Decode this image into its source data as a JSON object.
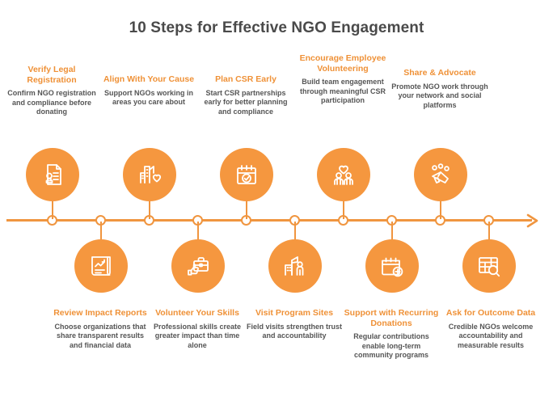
{
  "title": "10 Steps for Effective NGO Engagement",
  "colors": {
    "accent": "#f5973f",
    "heading": "#ef9137",
    "body_text": "#555555",
    "title_text": "#4a4a4a",
    "line": "#f0953f",
    "background": "#ffffff"
  },
  "timeline": {
    "arrow_direction": "right",
    "node_count": 10
  },
  "steps_top": [
    {
      "index": 1,
      "heading": "Verify Legal Registration",
      "body": "Confirm NGO registration and compliance before donating",
      "icon": "document-stamp-icon"
    },
    {
      "index": 2,
      "heading": "Align With Your Cause",
      "body": "Support NGOs working in areas you care about",
      "icon": "buildings-heart-icon"
    },
    {
      "index": 3,
      "heading": "Plan CSR Early",
      "body": "Start CSR partnerships early for better planning and compliance",
      "icon": "calendar-check-icon"
    },
    {
      "index": 4,
      "heading": "Encourage Employee Volunteering",
      "body": "Build team engagement through meaningful CSR participation",
      "icon": "people-heart-icon"
    },
    {
      "index": 5,
      "heading": "Share & Advocate",
      "body": "Promote NGO work through your network and social platforms",
      "icon": "megaphone-people-icon"
    }
  ],
  "steps_bottom": [
    {
      "index": 6,
      "heading": "Review Impact Reports",
      "body": "Choose organizations that share transparent results and financial data",
      "icon": "report-chart-icon"
    },
    {
      "index": 7,
      "heading": "Volunteer Your Skills",
      "body": "Professional skills create greater impact than time alone",
      "icon": "briefcase-thumbsup-icon"
    },
    {
      "index": 8,
      "heading": "Visit Program Sites",
      "body": "Field visits strengthen trust and accountability",
      "icon": "site-visit-person-icon"
    },
    {
      "index": 9,
      "heading": "Support with Recurring Donations",
      "body": "Regular contributions enable long-term community programs",
      "icon": "calendar-plus-icon"
    },
    {
      "index": 10,
      "heading": "Ask for Outcome Data",
      "body": "Credible NGOs welcome accountability and measurable results",
      "icon": "table-search-icon"
    }
  ]
}
